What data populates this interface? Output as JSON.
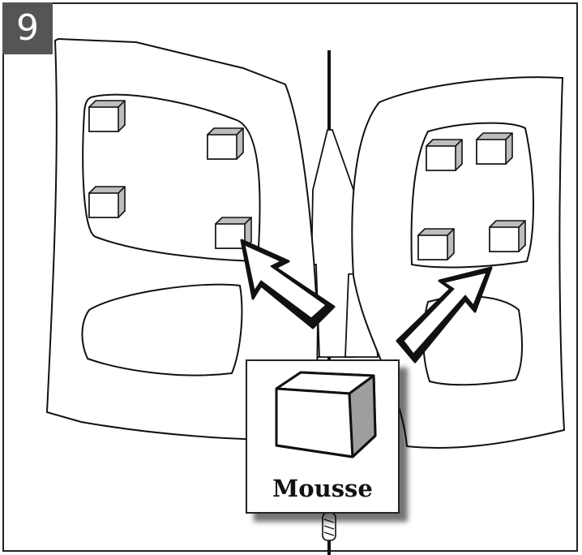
{
  "step": {
    "number": "9"
  },
  "callout": {
    "label": "Mousse"
  },
  "colors": {
    "badge_bg": "#555555",
    "line": "#111111",
    "foam_side": "#bdbdbd",
    "foam_top": "#ffffff"
  },
  "icons": {
    "foam_pad": "foam-block-icon",
    "arrow": "placement-arrow-icon"
  },
  "foam_pads": {
    "left_panel": 4,
    "right_panel": 4
  }
}
